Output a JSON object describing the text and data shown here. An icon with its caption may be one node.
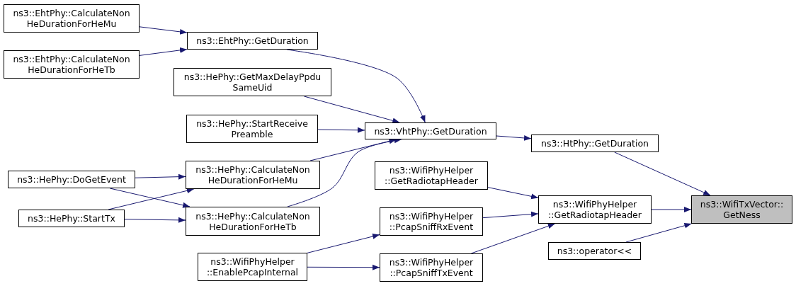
{
  "diagram": {
    "nodes": [
      {
        "text": [
          "ns3::EhtPhy::CalculateNon HeDurationForHeMu"
        ]
      },
      {
        "text": [
          "ns3::EhtPhy::CalculateNon HeDurationForHeTb"
        ]
      },
      {
        "text": [
          "ns3::EhtPhy::GetDuration"
        ]
      },
      {
        "text": [
          "ns3::HePhy::GetMaxDelayPpdu SameUid"
        ]
      },
      {
        "text": [
          "ns3::HePhy::StartReceive Preamble"
        ]
      },
      {
        "text": [
          "ns3::VhtPhy::GetDuration"
        ]
      },
      {
        "text": [
          "ns3::HePhy::CalculateNon HeDurationForHeMu"
        ]
      },
      {
        "text": [
          "ns3::HePhy::DoGetEvent"
        ]
      },
      {
        "text": [
          "ns3::HePhy::StartTx"
        ]
      },
      {
        "text": [
          "ns3::HePhy::CalculateNon HeDurationForHeTb"
        ]
      },
      {
        "text": [
          "ns3::WifiPhyHelper ::GetRadiotapHeader"
        ]
      },
      {
        "text": [
          "ns3::WifiPhyHelper ::PcapSniffRxEvent"
        ]
      },
      {
        "text": [
          "ns3::WifiPhyHelper ::EnablePcapInternal"
        ]
      },
      {
        "text": [
          "ns3::WifiPhyHelper ::PcapSniffTxEvent"
        ]
      },
      {
        "text": [
          "ns3::HtPhy::GetDuration"
        ]
      },
      {
        "text": [
          "ns3::WifiPhyHelper ::GetRadiotapHeader"
        ]
      },
      {
        "text": [
          "ns3::operator<<"
        ]
      },
      {
        "text": [
          "ns3::WifiTxVector:: GetNess"
        ]
      }
    ],
    "edges": [
      {
        "from": 0,
        "to": 2,
        "arrow": "to"
      },
      {
        "from": 1,
        "to": 2,
        "arrow": "to"
      },
      {
        "from": 2,
        "to": 5,
        "arrow": "to"
      },
      {
        "from": 3,
        "to": 5,
        "arrow": "to"
      },
      {
        "from": 4,
        "to": 5,
        "arrow": "to"
      },
      {
        "from": 6,
        "to": 5,
        "arrow": "to"
      },
      {
        "from": 9,
        "to": 5,
        "arrow": "to"
      },
      {
        "from": 7,
        "to": 6,
        "arrow": "to"
      },
      {
        "from": 7,
        "to": 9,
        "arrow": "to"
      },
      {
        "from": 8,
        "to": 6,
        "arrow": "to"
      },
      {
        "from": 8,
        "to": 9,
        "arrow": "to"
      },
      {
        "from": 5,
        "to": 14,
        "arrow": "to"
      },
      {
        "from": 14,
        "to": 17,
        "arrow": "to"
      },
      {
        "from": 10,
        "to": 15,
        "arrow": "to"
      },
      {
        "from": 11,
        "to": 15,
        "arrow": "to"
      },
      {
        "from": 13,
        "to": 15,
        "arrow": "to"
      },
      {
        "from": 12,
        "to": 11,
        "arrow": "to"
      },
      {
        "from": 12,
        "to": 13,
        "arrow": "to"
      },
      {
        "from": 15,
        "to": 17,
        "arrow": "to"
      },
      {
        "from": 16,
        "to": 17,
        "arrow": "to"
      }
    ]
  }
}
